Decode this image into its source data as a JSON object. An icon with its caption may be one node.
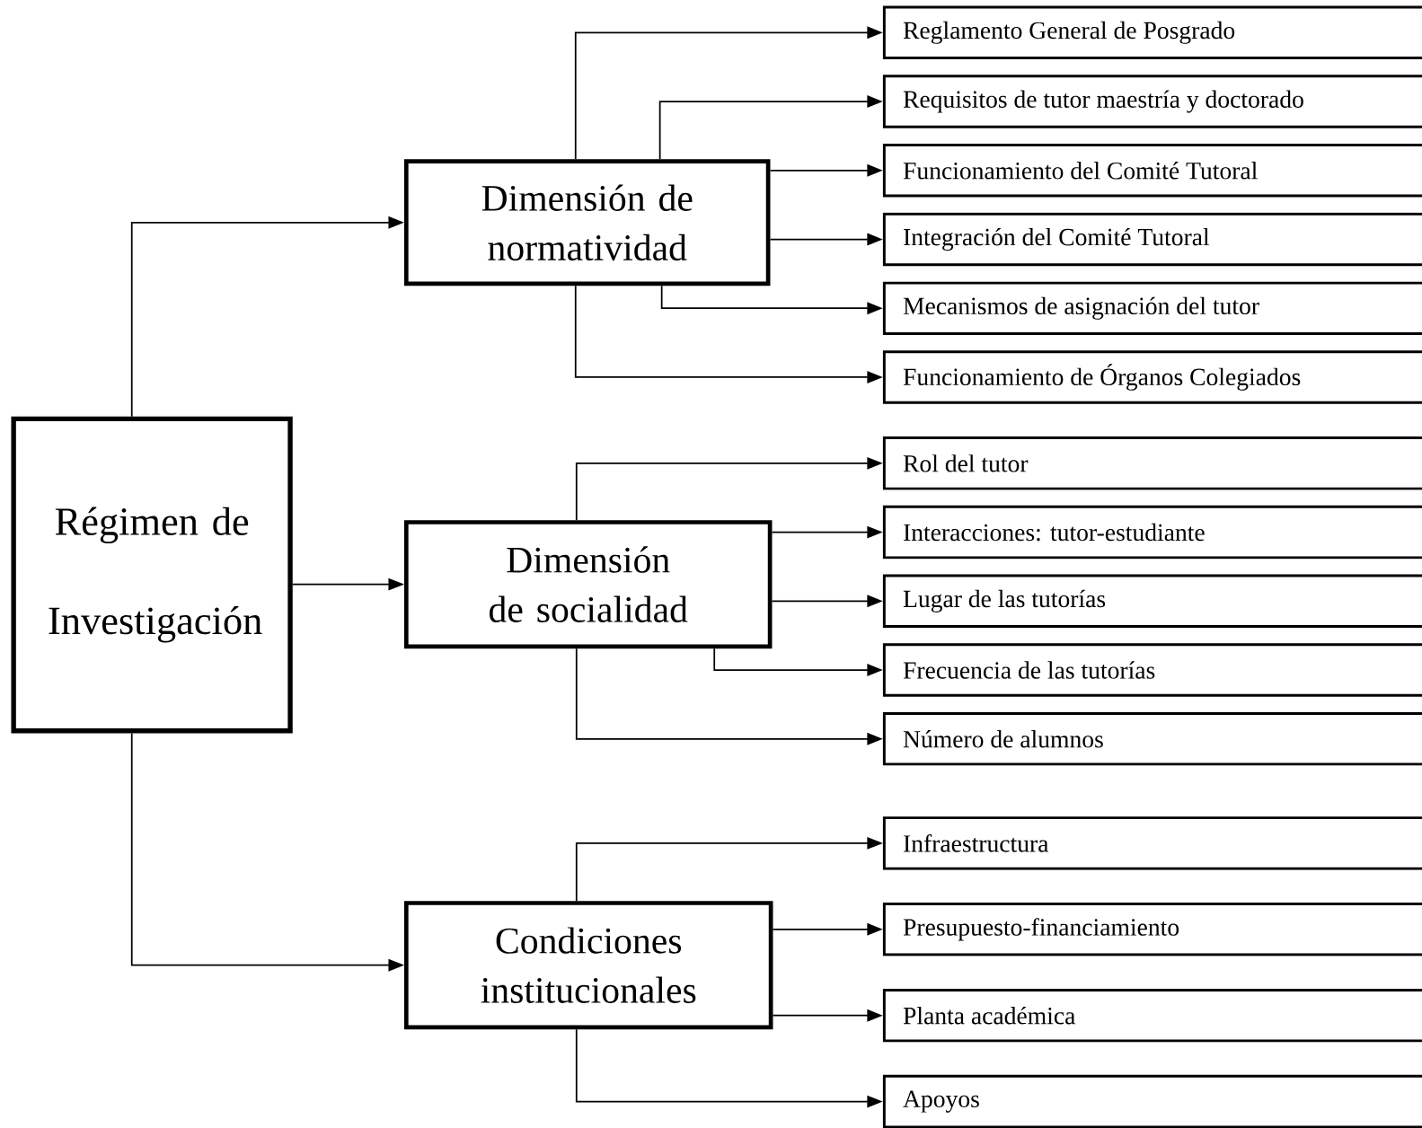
{
  "diagram": {
    "nodes": [
      {
        "text": [
          "Régimen de Investigación"
        ]
      },
      {
        "text": [
          "Dimensión de normatividad"
        ]
      },
      {
        "text": [
          "Reglamento General de Posgrado"
        ]
      },
      {
        "text": [
          "Requisitos de tutor maestría y doctorado"
        ]
      },
      {
        "text": [
          "Funcionamiento del Comité Tutoral"
        ]
      },
      {
        "text": [
          "Integración del Comité Tutoral"
        ]
      },
      {
        "text": [
          "Mecanismos de asignación del tutor"
        ]
      },
      {
        "text": [
          "Funcionamiento de Órganos Colegiados"
        ]
      },
      {
        "text": [
          "Dimensión de socialidad"
        ]
      },
      {
        "text": [
          "Rol del tutor"
        ]
      },
      {
        "text": [
          "Interacciones: tutor-estudiante"
        ]
      },
      {
        "text": [
          "Lugar de las tutorías"
        ]
      },
      {
        "text": [
          "Frecuencia de las tutorías"
        ]
      },
      {
        "text": [
          "Número de alumnos"
        ]
      },
      {
        "text": [
          "Condiciones institucionales"
        ]
      },
      {
        "text": [
          "Infraestructura"
        ]
      },
      {
        "text": [
          "Presupuesto-financiamiento"
        ]
      },
      {
        "text": [
          "Planta académica"
        ]
      },
      {
        "text": [
          "Apoyos"
        ]
      }
    ],
    "edges": [
      {
        "from": 0,
        "to": 1,
        "arrow": "to"
      },
      {
        "from": 0,
        "to": 8,
        "arrow": "to"
      },
      {
        "from": 0,
        "to": 14,
        "arrow": "to"
      },
      {
        "from": 1,
        "to": 2,
        "arrow": "to"
      },
      {
        "from": 1,
        "to": 3,
        "arrow": "to"
      },
      {
        "from": 1,
        "to": 4,
        "arrow": "to"
      },
      {
        "from": 1,
        "to": 5,
        "arrow": "to"
      },
      {
        "from": 1,
        "to": 6,
        "arrow": "to"
      },
      {
        "from": 1,
        "to": 7,
        "arrow": "to"
      },
      {
        "from": 8,
        "to": 9,
        "arrow": "to"
      },
      {
        "from": 8,
        "to": 10,
        "arrow": "to"
      },
      {
        "from": 8,
        "to": 11,
        "arrow": "to"
      },
      {
        "from": 8,
        "to": 12,
        "arrow": "to"
      },
      {
        "from": 8,
        "to": 13,
        "arrow": "to"
      },
      {
        "from": 14,
        "to": 15,
        "arrow": "to"
      },
      {
        "from": 14,
        "to": 16,
        "arrow": "to"
      },
      {
        "from": 14,
        "to": 17,
        "arrow": "to"
      },
      {
        "from": 14,
        "to": 18,
        "arrow": "to"
      }
    ]
  }
}
